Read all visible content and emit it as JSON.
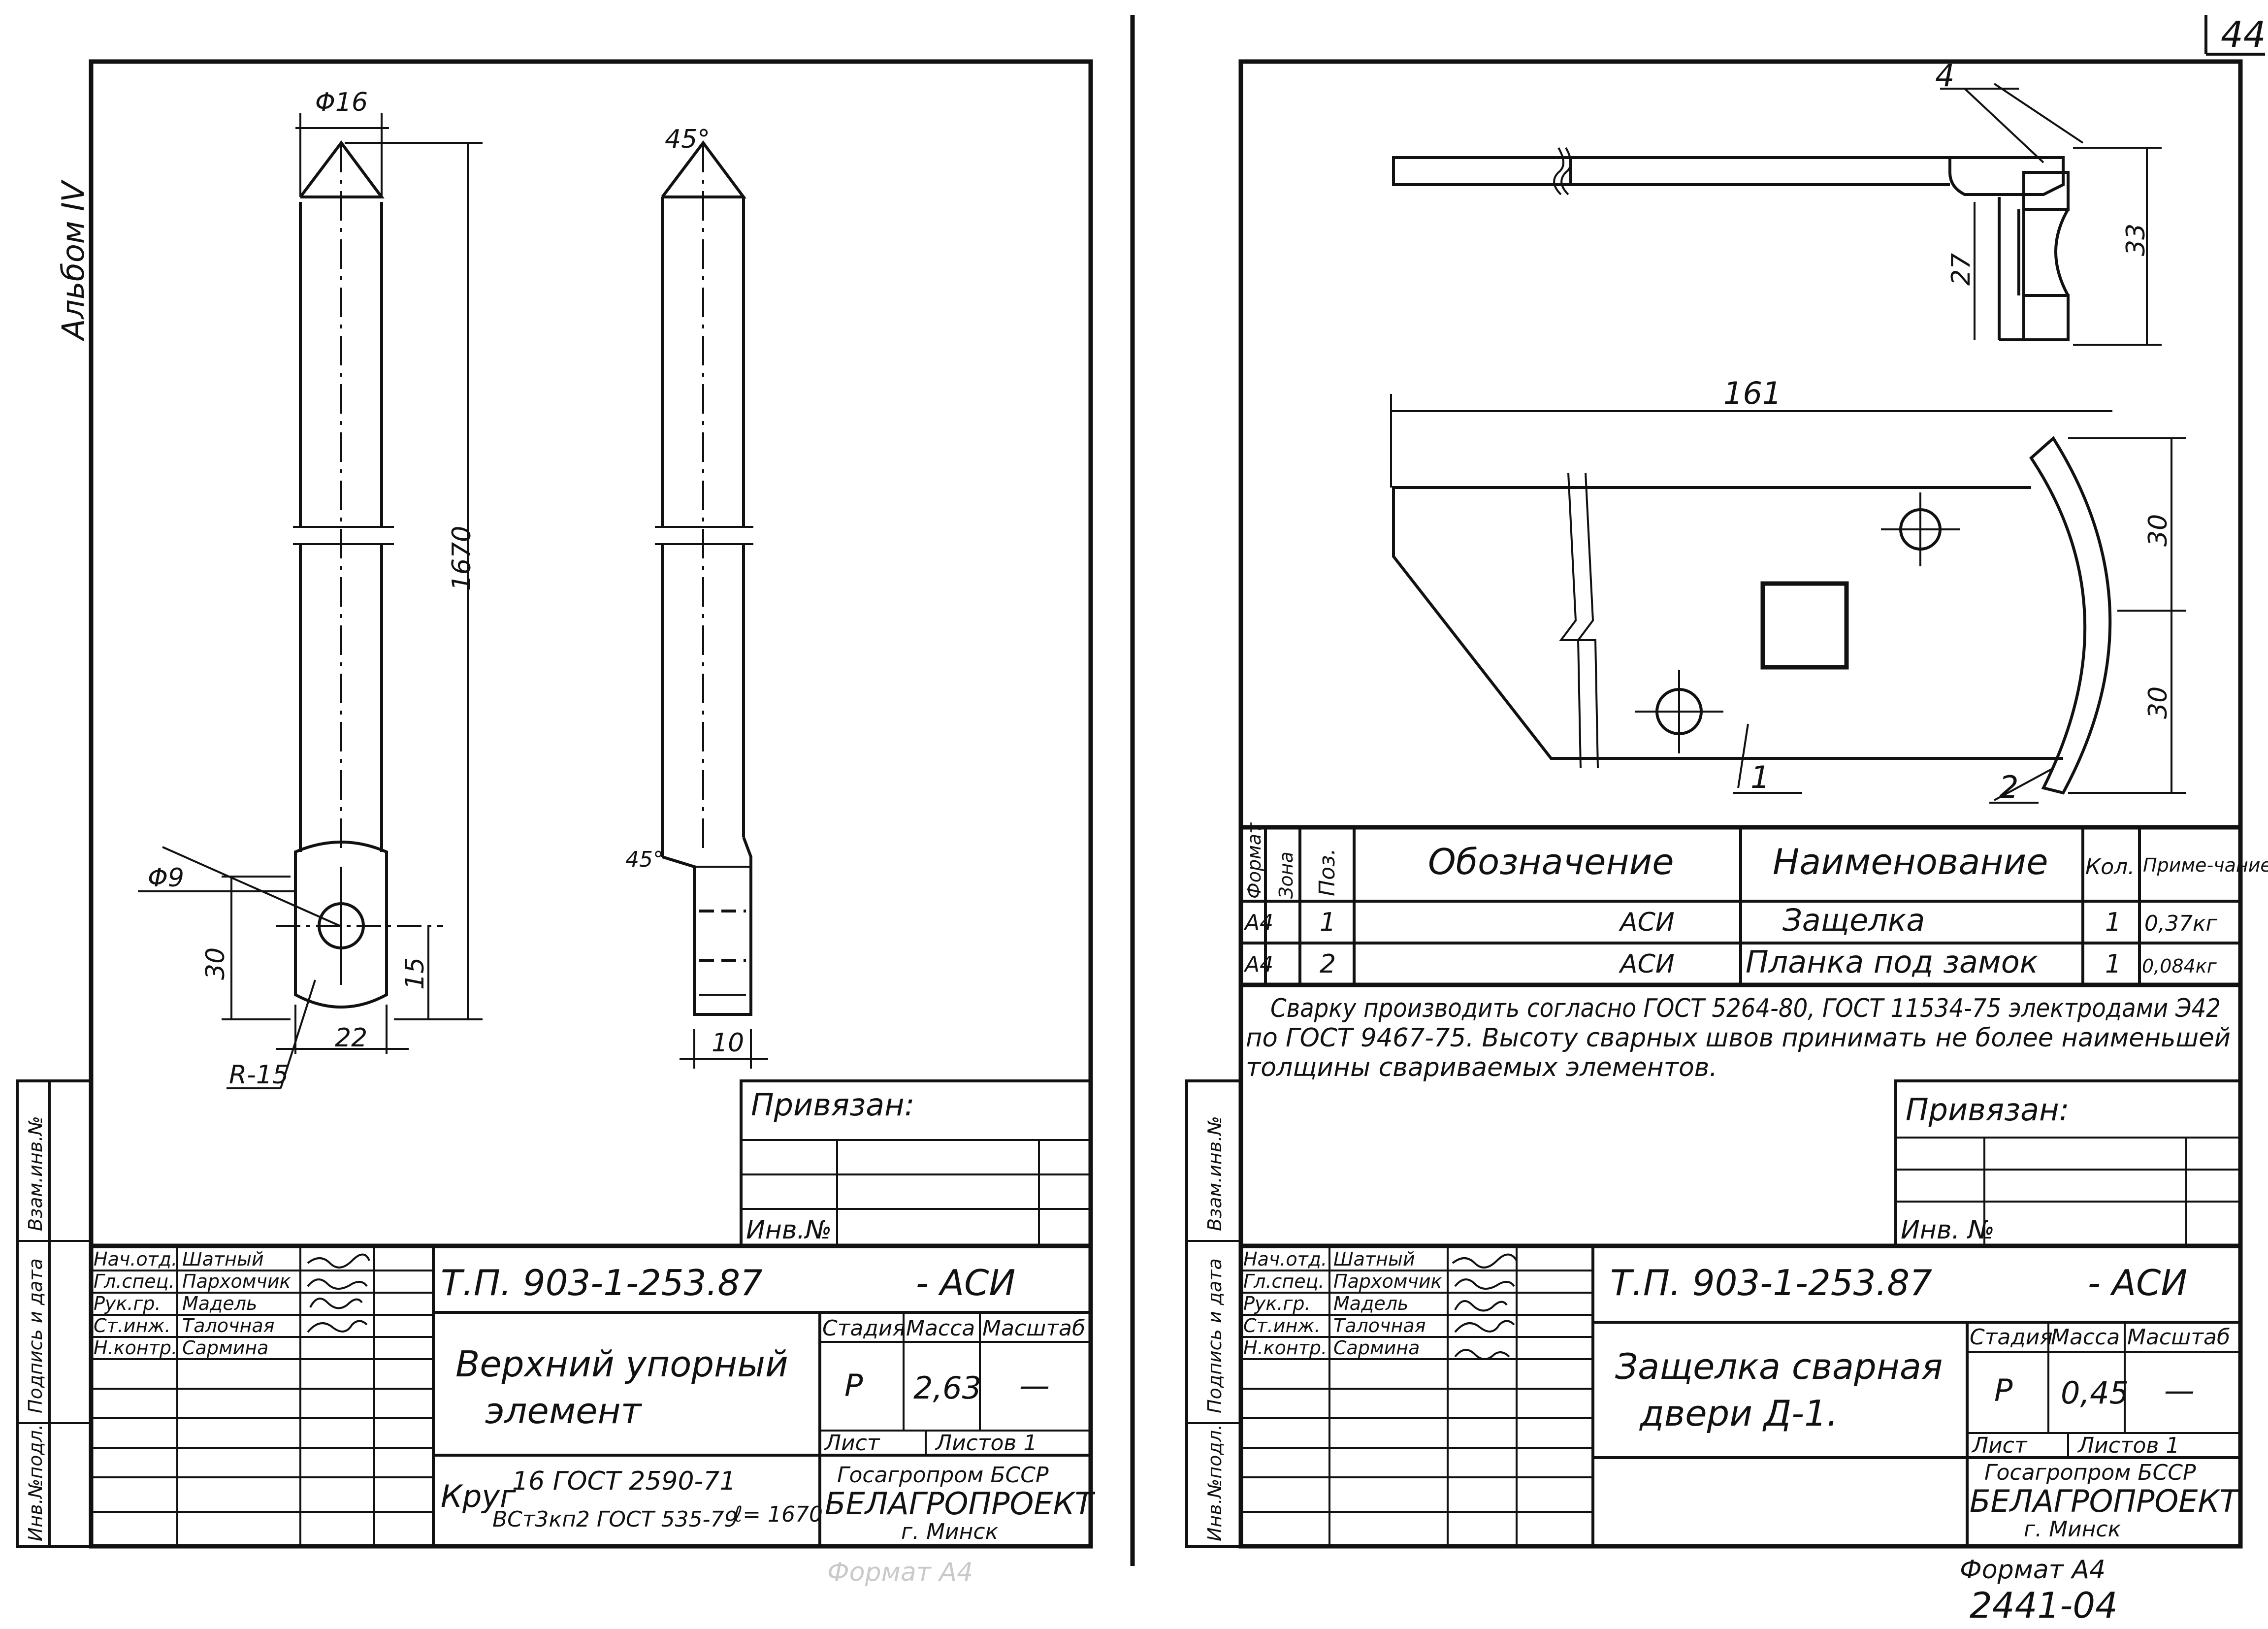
{
  "page_number": "44",
  "album_label": "Альбом IV",
  "side_labels": {
    "inv_podl": "Инв.№подл.",
    "podpis_data": "Подпись и дата",
    "vzam_inv": "Взам.инв.№"
  },
  "left_sheet": {
    "dimensions": {
      "dia16": "Φ16",
      "length": "1670",
      "chamfer45_top": "45°",
      "chamfer45_side": "45°",
      "dia9": "Φ9",
      "h30": "30",
      "h15": "15",
      "w22": "22",
      "r15": "R-15",
      "w10": "10"
    },
    "privyazan": "Привязан:",
    "inv_no": "Инв.№",
    "stamp_roles": [
      {
        "role": "Нач.отд.",
        "name": "Шатный"
      },
      {
        "role": "Гл.спец.",
        "name": "Пархомчик"
      },
      {
        "role": "Рук.гр.",
        "name": "Мадель"
      },
      {
        "role": "Ст.инж.",
        "name": "Талочная"
      },
      {
        "role": "Н.контр.",
        "name": "Сармина"
      }
    ],
    "designation": "Т.П.  903-1-253.87",
    "designation_suffix": "- АСИ",
    "title_line1": "Верхний упорный",
    "title_line2": "элемент",
    "col_stage": "Стадия",
    "col_mass": "Масса",
    "col_scale": "Масштаб",
    "stage": "Р",
    "mass": "2,63",
    "scale": "—",
    "sheet_label": "Лист",
    "sheets_label": "Листов 1",
    "material_prefix": "Круг",
    "material_line1": "16 ГОСТ 2590-71",
    "material_line2": "ВСт3кп2 ГОСТ 535-79",
    "material_length": "ℓ= 1670",
    "org_line1": "Госагропром БССР",
    "org_line2": "БЕЛАГРОПРОЕКТ",
    "org_line3": "г. Минск",
    "format": "Формат А4"
  },
  "right_sheet": {
    "dimensions": {
      "pos4": "4",
      "d27": "27",
      "d33": "33",
      "d161": "161",
      "d30a": "30",
      "d30b": "30",
      "pos1": "1",
      "pos2": "2"
    },
    "spec_headers": {
      "format": "Формат",
      "zone": "Зона",
      "pos": "Поз.",
      "designation": "Обозначение",
      "name": "Наименование",
      "qty": "Кол.",
      "note": "Приме-чание"
    },
    "spec_rows": [
      {
        "format": "А4",
        "pos": "1",
        "designation": "АСИ",
        "name": "Защелка",
        "qty": "1",
        "note": "0,37кг"
      },
      {
        "format": "А4",
        "pos": "2",
        "designation": "АСИ",
        "name": "Планка под замок",
        "qty": "1",
        "note": "0,084кг"
      }
    ],
    "notes": [
      "Сварку производить согласно ГОСТ 5264-80, ГОСТ 11534-75 электродами Э42",
      "по ГОСТ 9467-75. Высоту сварных швов принимать не более наименьшей",
      "толщины свариваемых элементов."
    ],
    "privyazan": "Привязан:",
    "inv_no": "Инв. №",
    "stamp_roles": [
      {
        "role": "Нач.отд.",
        "name": "Шатный"
      },
      {
        "role": "Гл.спец.",
        "name": "Пархомчик"
      },
      {
        "role": "Рук.гр.",
        "name": "Мадель"
      },
      {
        "role": "Ст.инж.",
        "name": "Талочная"
      },
      {
        "role": "Н.контр.",
        "name": "Сармина"
      }
    ],
    "designation": "Т.П.  903-1-253.87",
    "designation_suffix": "- АСИ",
    "title_line1": "Защелка сварная",
    "title_line2": "двери Д-1.",
    "col_stage": "Стадия",
    "col_mass": "Масса",
    "col_scale": "Масштаб",
    "stage": "Р",
    "mass": "0,45",
    "scale": "—",
    "sheet_label": "Лист",
    "sheets_label": "Листов 1",
    "org_line1": "Госагропром БССР",
    "org_line2": "БЕЛАГРОПРОЕКТ",
    "org_line3": "г. Минск",
    "format": "Формат А4",
    "archive_no": "2441-04"
  }
}
